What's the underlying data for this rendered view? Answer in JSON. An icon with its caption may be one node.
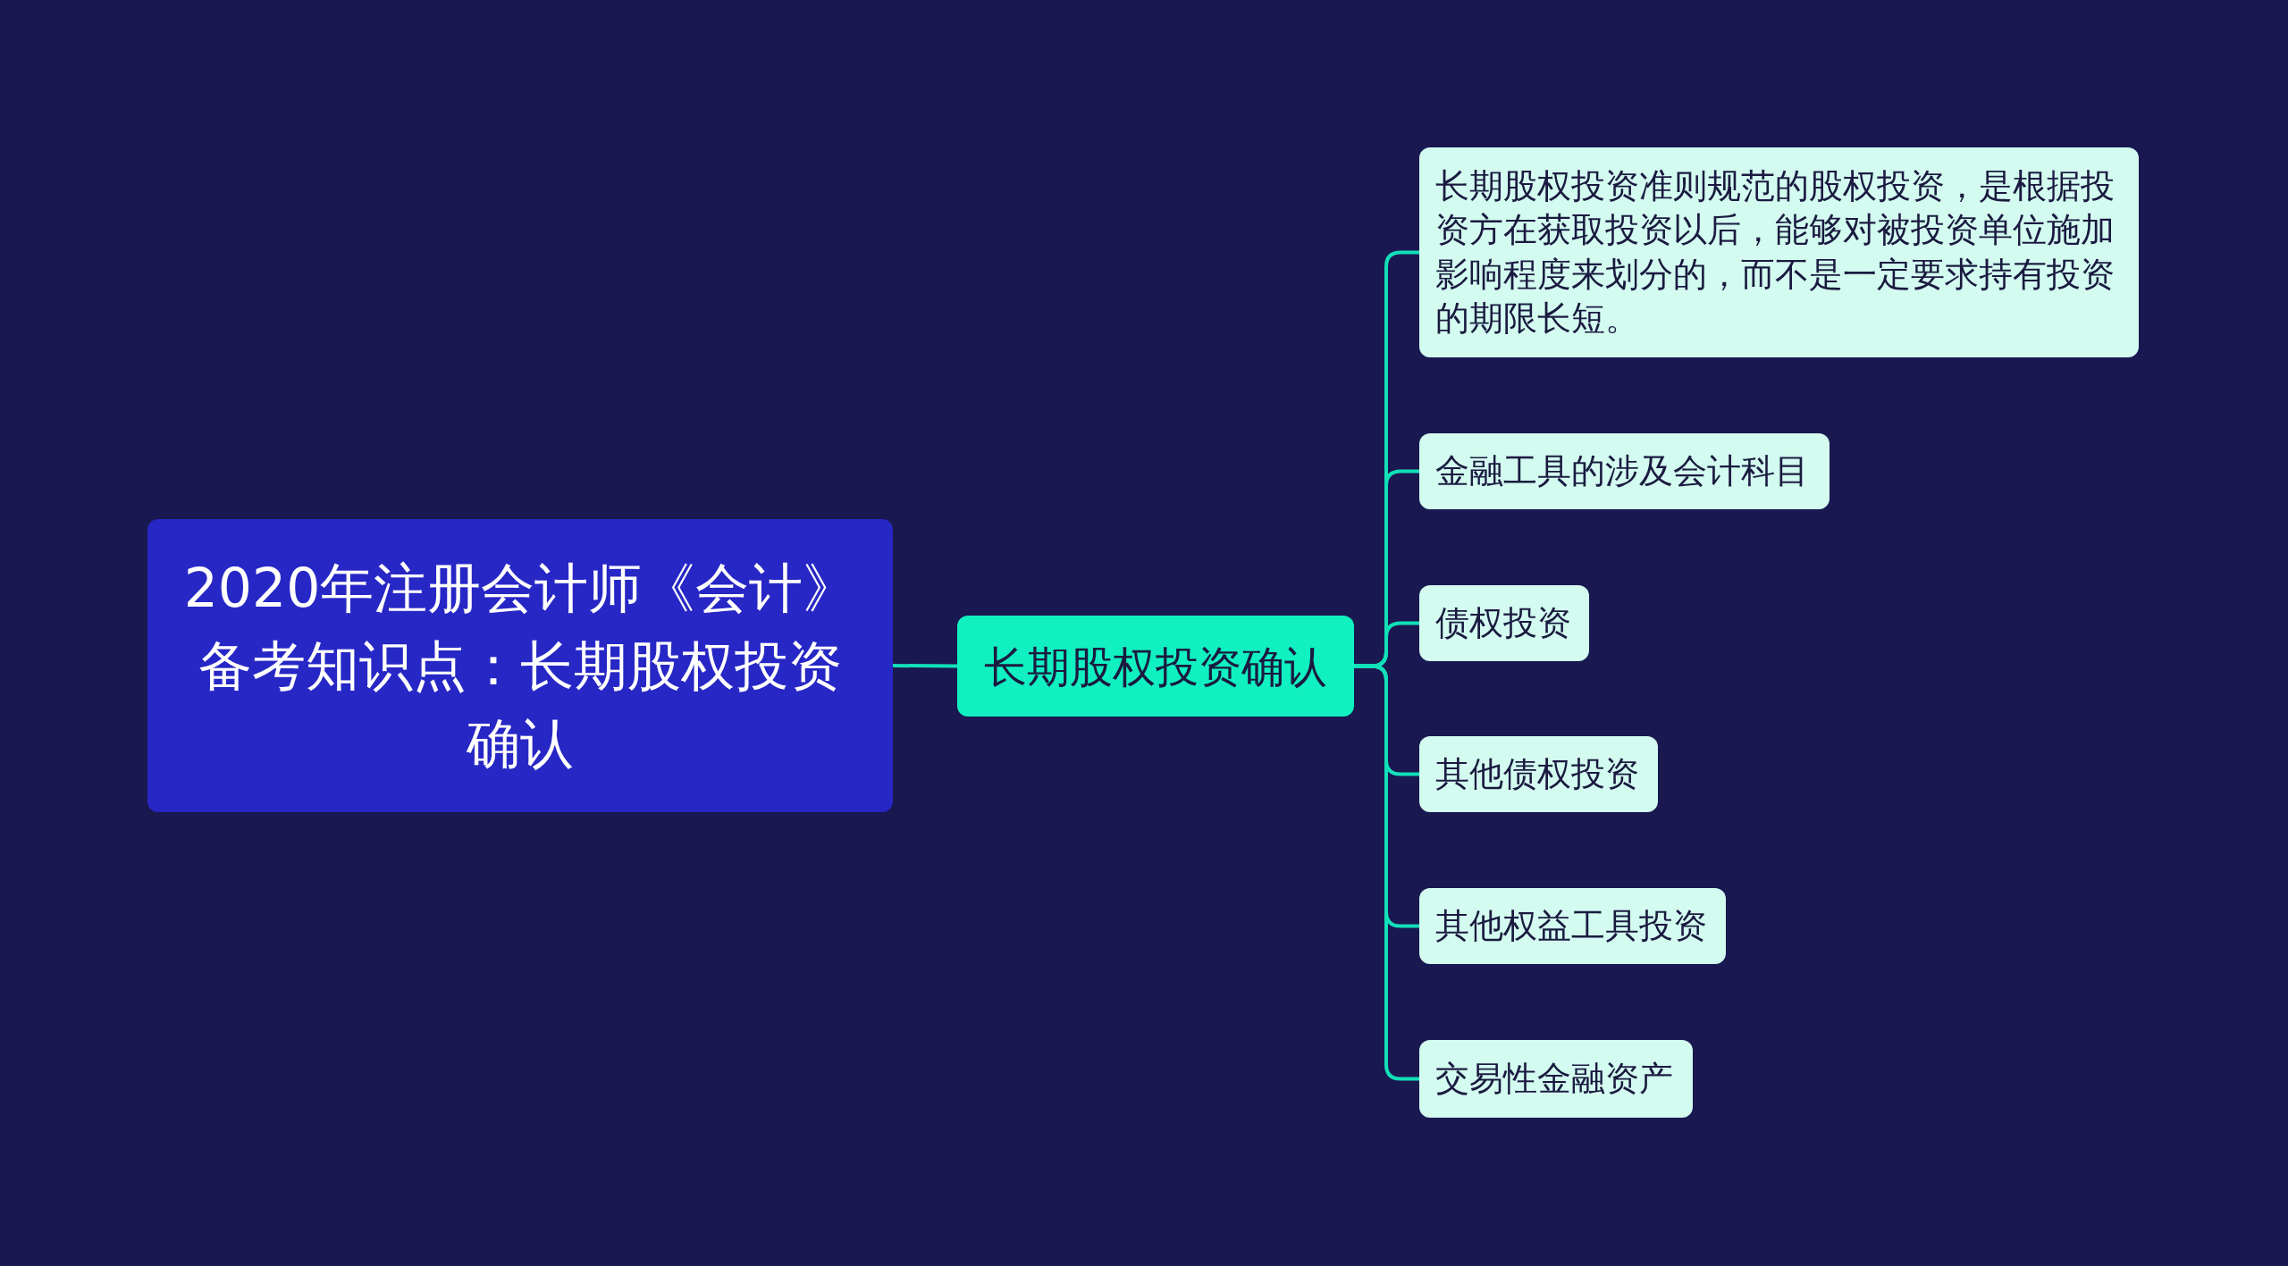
{
  "diagram": {
    "nodes": [
      {
        "text": [
          "2020年注册会计师《会计》备考知识点：长期股权投资确认"
        ]
      },
      {
        "text": [
          "长期股权投资确认"
        ]
      },
      {
        "text": [
          "长期股权投资准则规范的股权投资，是根据投资方在获取投资以后，能够对被投资单位施加影响程度来划分的，而不是一定要求持有投资的期限长短。"
        ]
      },
      {
        "text": [
          "金融工具的涉及会计科目"
        ]
      },
      {
        "text": [
          "债权投资"
        ]
      },
      {
        "text": [
          "其他债权投资"
        ]
      },
      {
        "text": [
          "其他权益工具投资"
        ]
      },
      {
        "text": [
          "交易性金融资产"
        ]
      }
    ],
    "edges": [
      {
        "from": 0,
        "to": 1,
        "arrow": "none"
      },
      {
        "from": 1,
        "to": 2,
        "arrow": "none"
      },
      {
        "from": 1,
        "to": 3,
        "arrow": "none"
      },
      {
        "from": 1,
        "to": 4,
        "arrow": "none"
      },
      {
        "from": 1,
        "to": 5,
        "arrow": "none"
      },
      {
        "from": 1,
        "to": 6,
        "arrow": "none"
      },
      {
        "from": 1,
        "to": 7,
        "arrow": "none"
      }
    ]
  }
}
